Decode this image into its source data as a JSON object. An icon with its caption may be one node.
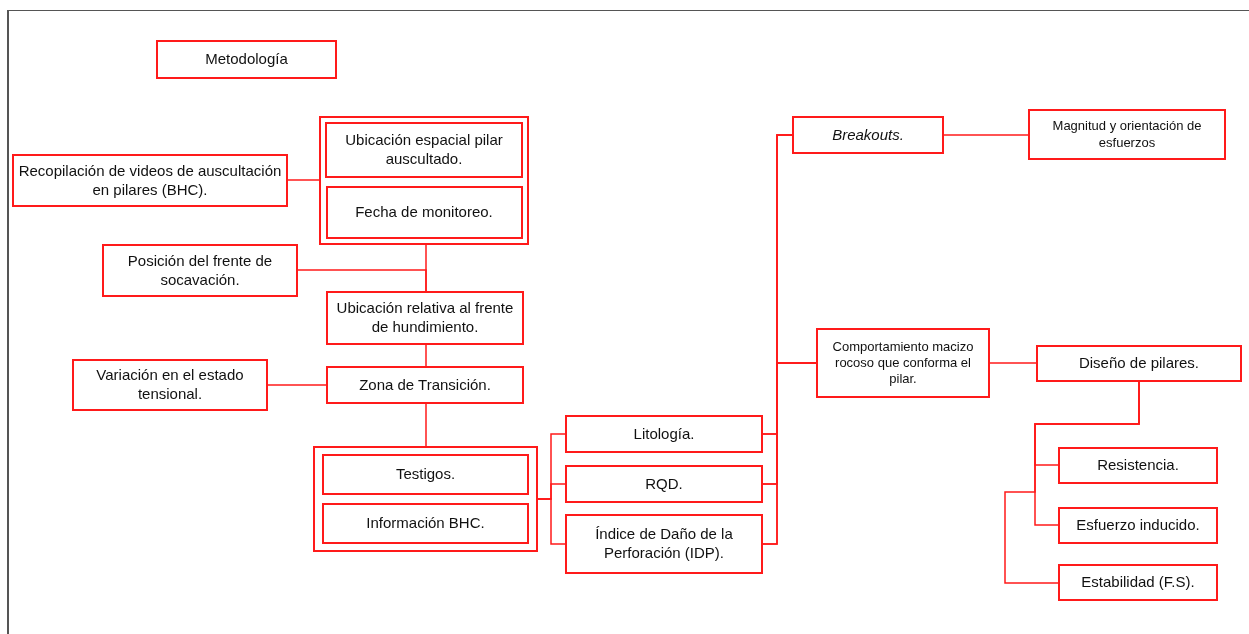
{
  "diagram": {
    "nodes": [
      {
        "text": [
          "Metodología"
        ]
      },
      {
        "text": [],
        "shape": "box"
      },
      {
        "text": [
          "Ubicación espacial pilar auscultado."
        ],
        "in": 1
      },
      {
        "text": [
          "Fecha de monitoreo."
        ],
        "in": 1
      },
      {
        "text": [
          "Recopilación de videos de auscultación en pilares (BHC)."
        ]
      },
      {
        "text": [
          "Posición del frente de socavación."
        ]
      },
      {
        "text": [
          "Ubicación relativa al frente de hundimiento."
        ]
      },
      {
        "text": [
          "Variación en el estado tensional."
        ]
      },
      {
        "text": [
          "Zona de Transición."
        ]
      },
      {
        "text": [],
        "shape": "box"
      },
      {
        "text": [
          "Testigos."
        ],
        "in": 9
      },
      {
        "text": [
          "Información BHC."
        ],
        "in": 9
      },
      {
        "text": [
          "Litología."
        ]
      },
      {
        "text": [
          "RQD."
        ]
      },
      {
        "text": [
          "Índice de Daño de la Perforación (IDP)."
        ]
      },
      {
        "text": [
          "Breakouts."
        ]
      },
      {
        "text": [
          "Magnitud y orientación de esfuerzos"
        ]
      },
      {
        "text": [
          "Comportamiento macizo rocoso que conforma el pilar."
        ]
      },
      {
        "text": [
          "Diseño de pilares."
        ]
      },
      {
        "text": [
          "Resistencia."
        ]
      },
      {
        "text": [
          "Esfuerzo inducido."
        ]
      },
      {
        "text": [
          "Estabilidad (F.S)."
        ]
      }
    ],
    "edges": [
      {
        "from": 4,
        "to": 1,
        "arrow": "none"
      },
      {
        "from": 1,
        "to": 6,
        "arrow": "none"
      },
      {
        "from": 5,
        "to": 6,
        "arrow": "none"
      },
      {
        "from": 6,
        "to": 8,
        "arrow": "none"
      },
      {
        "from": 7,
        "to": 8,
        "arrow": "none"
      },
      {
        "from": 8,
        "to": 9,
        "arrow": "none"
      },
      {
        "from": 9,
        "to": 12,
        "arrow": "none"
      },
      {
        "from": 9,
        "to": 13,
        "arrow": "none"
      },
      {
        "from": 9,
        "to": 14,
        "arrow": "none"
      },
      {
        "from": 12,
        "to": 15,
        "arrow": "none"
      },
      {
        "from": 13,
        "to": 15,
        "arrow": "none"
      },
      {
        "from": 14,
        "to": 15,
        "arrow": "none"
      },
      {
        "from": 12,
        "to": 17,
        "arrow": "none"
      },
      {
        "from": 13,
        "to": 17,
        "arrow": "none"
      },
      {
        "from": 14,
        "to": 17,
        "arrow": "none"
      },
      {
        "from": 15,
        "to": 16,
        "arrow": "none"
      },
      {
        "from": 17,
        "to": 18,
        "arrow": "none"
      },
      {
        "from": 18,
        "to": 19,
        "arrow": "none"
      },
      {
        "from": 18,
        "to": 20,
        "arrow": "none"
      },
      {
        "from": 18,
        "to": 21,
        "arrow": "none"
      }
    ]
  }
}
